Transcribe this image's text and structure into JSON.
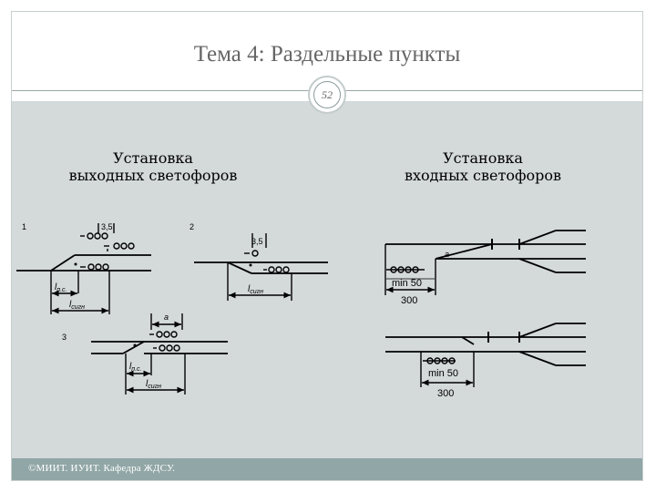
{
  "slide": {
    "title": "Тема 4: Раздельные пункты",
    "page_number": "52",
    "footer": "©МИИТ. ИУИТ. Кафедра ЖДСУ."
  },
  "headings": {
    "left_line1": "Установка",
    "left_line2": "выходных светофоров",
    "right_line1": "Установка",
    "right_line2": "входных светофоров"
  },
  "diagram_labels": {
    "case1": "1",
    "case2": "2",
    "case3": "3",
    "dim_35": "3,5",
    "l_ps": "l",
    "l_ps_sub": "п.с.",
    "l_sig": "l",
    "l_sig_sub": "сигн",
    "a": "а",
    "min50": "min 50",
    "d300": "300"
  }
}
